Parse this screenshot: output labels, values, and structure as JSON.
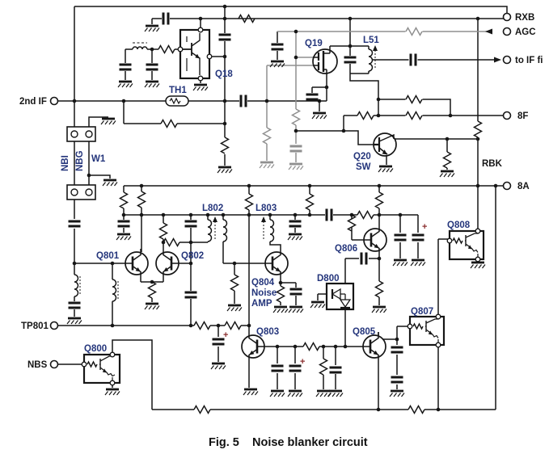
{
  "figure": {
    "caption_fig": "Fig. 5",
    "caption_title": "Noise blanker circuit"
  },
  "terminals": {
    "second_if": "2nd IF",
    "rxb": "RXB",
    "agc": "AGC",
    "to_if": "to IF fi",
    "f8": "8F",
    "a8": "8A",
    "rbk": "RBK",
    "tp801": "TP801",
    "nbs": "NBS"
  },
  "connector": {
    "w1": "W1",
    "nbi": "NBI",
    "nbg": "NBG"
  },
  "components": {
    "q18": "Q18",
    "q19": "Q19",
    "l51": "L51",
    "q20": "Q20",
    "q20_role": "SW",
    "th1": "TH1",
    "l802": "L802",
    "l803": "L803",
    "q800": "Q800",
    "q801": "Q801",
    "q802": "Q802",
    "q803": "Q803",
    "q804": "Q804",
    "q804_role1": "Noise",
    "q804_role2": "AMP",
    "q805": "Q805",
    "q806": "Q806",
    "q807": "Q807",
    "q808": "Q808",
    "d800": "D800",
    "plus": "+"
  },
  "colors": {
    "wire": "#161616",
    "gray_wire": "#8f8f8f",
    "ref_label": "#24357b",
    "plus_sign": "#8b2f2f"
  }
}
